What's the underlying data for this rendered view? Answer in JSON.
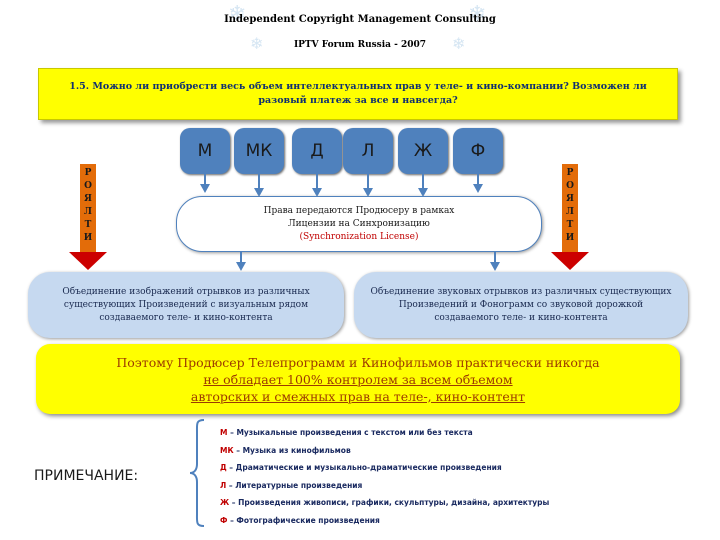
{
  "header": {
    "title": "Independent Copyright Management Consulting",
    "subtitle": "IPTV Forum Russia - 2007"
  },
  "question": "1.5. Можно ли приобрести весь объем интеллектуальных прав у теле- и кино-компании? Возможен ли разовый платеж за все и навсегда?",
  "categories": [
    "М",
    "МК",
    "Д",
    "Л",
    "Ж",
    "Ф"
  ],
  "royalty": {
    "letters": [
      "Р",
      "О",
      "Я",
      "Л",
      "Т",
      "И"
    ],
    "color": "#e36c09",
    "arrow_color": "#cc0000"
  },
  "license": {
    "line1": "Права передаются Продюсеру в рамках",
    "line2": "Лицензии на Синхронизацию",
    "line3": "(Synchronization License)"
  },
  "merge_left": "Объединение изображений отрывков из различных существующих Произведений с визуальным рядом создаваемого теле- и кино-контента",
  "merge_right": "Объединение звуковых отрывков из различных существующих Произведений и Фонограмм со звуковой дорожкой создаваемого теле- и кино-контента",
  "conclusion": {
    "line1": "Поэтому Продюсер Телепрограмм и Кинофильмов практически никогда",
    "line2": "не обладает 100% контролем за всем объемом",
    "line3": "авторских и смежных прав на теле-, кино-контент"
  },
  "note_label": "ПРИМЕЧАНИЕ:",
  "legend": [
    {
      "key": "М",
      "text": " – Музыкальные произведения с текстом или без текста"
    },
    {
      "key": "МК",
      "text": " – Музыка из кинофильмов"
    },
    {
      "key": "Д",
      "text": " – Драматические и музыкально-драматические произведения"
    },
    {
      "key": "Л",
      "text": " – Литературные произведения"
    },
    {
      "key": "Ж",
      "text": " – Произведения живописи, графики, скульптуры, дизайна, архитектуры"
    },
    {
      "key": "Ф",
      "text": " – Фотографические произведения"
    }
  ],
  "colors": {
    "accent_blue": "#4f81bd",
    "highlight_yellow": "#ffff00",
    "light_blue": "#c6d9f0"
  }
}
